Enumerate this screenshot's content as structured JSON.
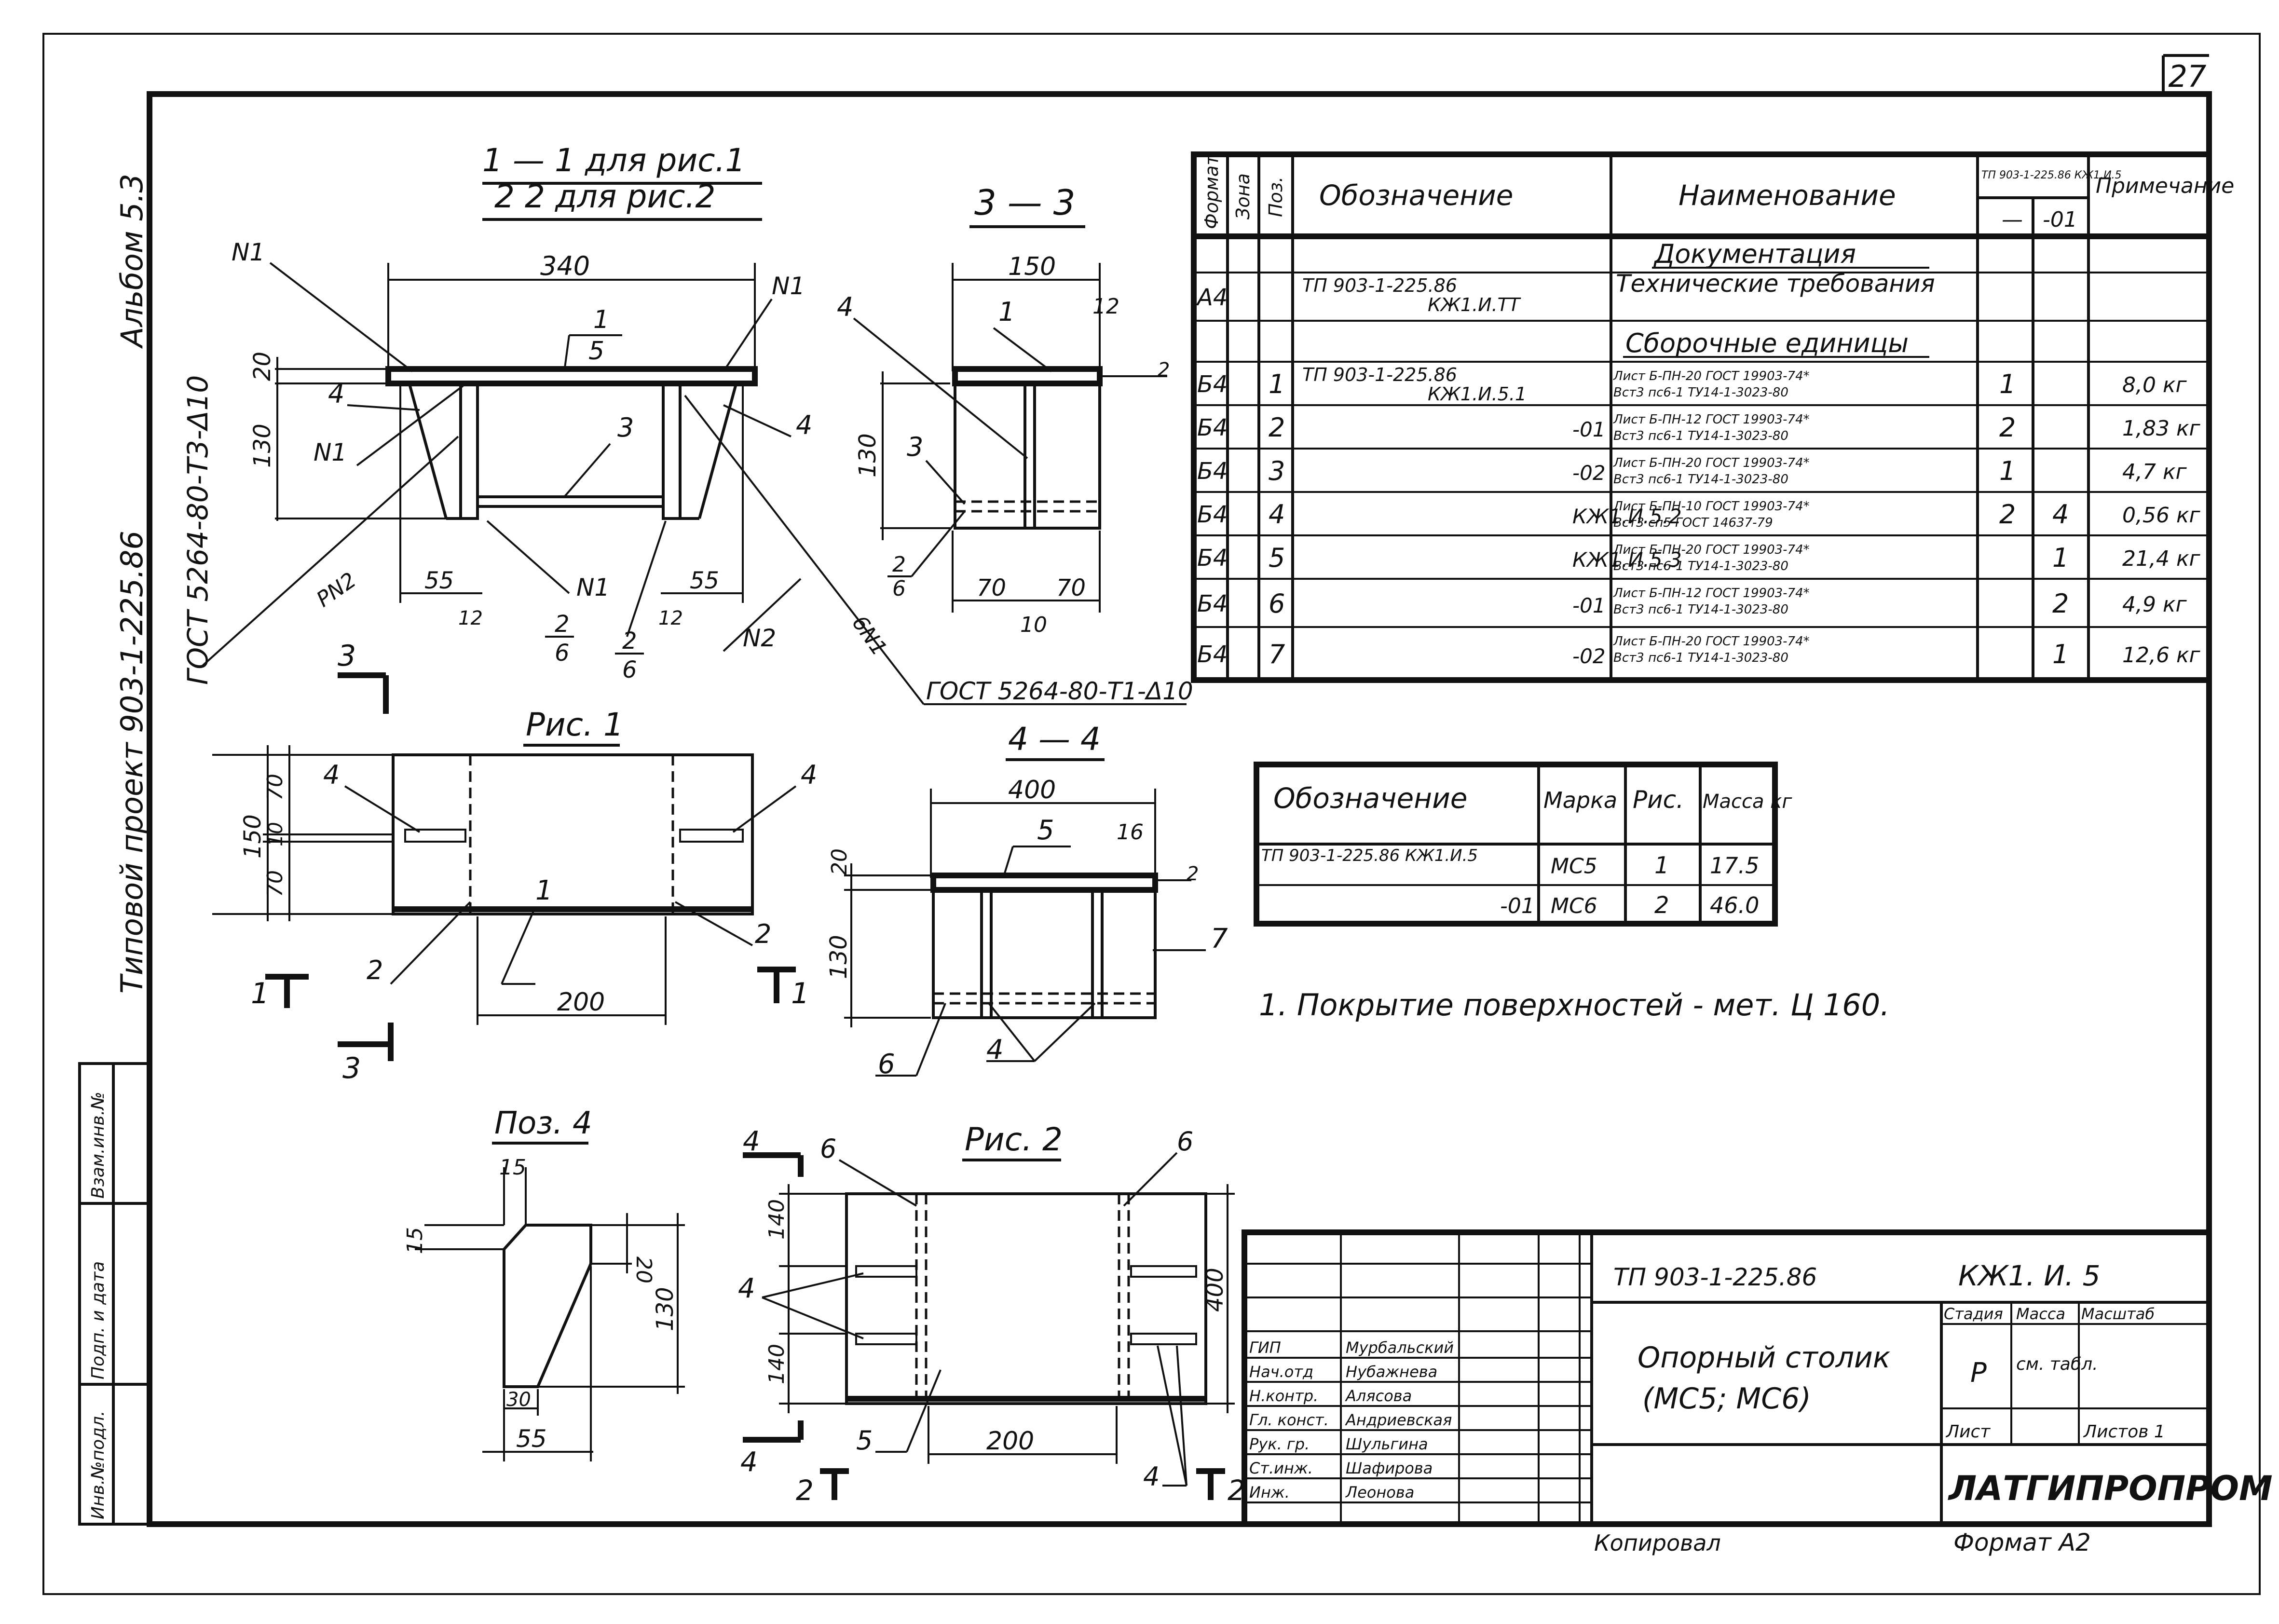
{
  "sheet": {
    "number": "27",
    "album": "Альбом 5.3",
    "project": "Типовой проект 903-1-225.86",
    "weld_symbol_left": "ГОСТ 5264-80-Т3-Δ10",
    "weld_symbol_right": "ГОСТ 5264-80-Т1-Δ10",
    "margin_stamp": [
      "Инв.№подл.",
      "Подп. и дата",
      "Взам.инв.№"
    ]
  },
  "views": {
    "section_1_title_a": "1 — 1  для рис.1",
    "section_1_title_b": "2    2  для рис.2",
    "section_3_title": "3 — 3",
    "section_4_title": "4 — 4",
    "fig1_title": "Рис. 1",
    "fig2_title": "Рис. 2",
    "pos4_title": "Поз. 4"
  },
  "labels": {
    "n1": "N1",
    "n2": "N2",
    "pn2": "PN2",
    "n6": "6N1",
    "one": "1",
    "two": "2",
    "three": "3",
    "four": "4",
    "five": "5",
    "six": "6",
    "seven": "7",
    "frac_1_5_top": "1",
    "frac_1_5_bot": "5",
    "frac_2_6_top": "2",
    "frac_2_6_bot": "6",
    "mark_2": "2",
    "mark_3": "3",
    "mark_4": "4",
    "mark_1": "1"
  },
  "dims": {
    "d340": "340",
    "d20": "20",
    "d130": "130",
    "d55": "55",
    "d12": "12",
    "d15": "15",
    "d150": "150",
    "d70": "70",
    "d10": "10",
    "d200": "200",
    "d400": "400",
    "d16": "16",
    "d140": "140",
    "d30": "30",
    "d2": "2"
  },
  "spec_table": {
    "headers": [
      "Формат",
      "Зона",
      "Поз.",
      "Обозначение",
      "Наименование",
      "ТП 903-1-225.86 КЖ1.И.5",
      "Примечание"
    ],
    "sub_headers": [
      "—",
      "-01"
    ],
    "sections": [
      "Документация",
      "Сборочные единицы"
    ],
    "rows": [
      {
        "format": "А4",
        "pos": "",
        "code": "ТП 903-1-225.86\nКЖ1.И.ТТ",
        "name": "Технические требования",
        "q1": "",
        "q2": "",
        "note": ""
      },
      {
        "format": "Б4",
        "pos": "1",
        "code": "ТП 903-1-225.86\nКЖ1.И.5.1",
        "name": "Лист Б-ПН-20 ГОСТ 19903-74* / Вст3 пс6-1 ТУ14-1-3023-80",
        "q1": "1",
        "q2": "",
        "note": "8,0 кг"
      },
      {
        "format": "Б4",
        "pos": "2",
        "code": "-01",
        "name": "Лист Б-ПН-12 ГОСТ 19903-74* / Вст3 пс6-1 ТУ14-1-3023-80",
        "q1": "2",
        "q2": "",
        "note": "1,83 кг"
      },
      {
        "format": "Б4",
        "pos": "3",
        "code": "-02",
        "name": "Лист Б-ПН-20 ГОСТ 19903-74* / Вст3 пс6-1 ТУ14-1-3023-80",
        "q1": "1",
        "q2": "",
        "note": "4,7 кг"
      },
      {
        "format": "Б4",
        "pos": "4",
        "code": "КЖ1.И.5.2",
        "name": "Лист Б-ПН-10 ГОСТ 19903-74* / Вст3 сп5 ГОСТ 14637-79",
        "q1": "2",
        "q2": "4",
        "note": "0,56 кг"
      },
      {
        "format": "Б4",
        "pos": "5",
        "code": "КЖ1.И.5.3",
        "name": "Лист Б-ПН-20 ГОСТ 19903-74* / Вст3 пс6-1 ТУ14-1-3023-80",
        "q1": "",
        "q2": "1",
        "note": "21,4 кг"
      },
      {
        "format": "Б4",
        "pos": "6",
        "code": "-01",
        "name": "Лист Б-ПН-12 ГОСТ 19903-74* / Вст3 пс6-1 ТУ14-1-3023-80",
        "q1": "",
        "q2": "2",
        "note": "4,9 кг"
      },
      {
        "format": "Б4",
        "pos": "7",
        "code": "-02",
        "name": "Лист Б-ПН-20 ГОСТ 19903-74* / Вст3 пс6-1 ТУ14-1-3023-80",
        "q1": "",
        "q2": "1",
        "note": "12,6 кг"
      }
    ]
  },
  "mark_table": {
    "headers": [
      "Обозначение",
      "Марка",
      "Рис.",
      "Масса кг"
    ],
    "rows": [
      {
        "code": "ТП 903-1-225.86 КЖ1.И.5",
        "mark": "МС5",
        "fig": "1",
        "mass": "17.5"
      },
      {
        "code": "-01",
        "mark": "МС6",
        "fig": "2",
        "mass": "46.0"
      }
    ]
  },
  "note": "1. Покрытие поверхностей - мет. Ц 160.",
  "title_block": {
    "doc_code": "ТП 903-1-225.86",
    "sheet_code": "КЖ1. И. 5",
    "title_line1": "Опорный столик",
    "title_line2": "(МС5;  МС6)",
    "stage_label": "Стадия",
    "mass_label": "Масса",
    "scale_label": "Масштаб",
    "stage": "Р",
    "mass": "см. табл.",
    "sheet_label": "Лист",
    "sheets_label": "Листов 1",
    "org": "ЛАТГИПРОПРОМ",
    "roles": [
      "ГИП",
      "Нач.отд",
      "Н.контр.",
      "Гл. конст.",
      "Рук. гр.",
      "Ст.инж.",
      "Инж."
    ],
    "names": [
      "Мурбальский",
      "Нубажнева",
      "Алясова",
      "Андриевская",
      "Шульгина",
      "Шафирова",
      "Леонова"
    ],
    "copied": "Копировал",
    "format": "Формат А2"
  }
}
